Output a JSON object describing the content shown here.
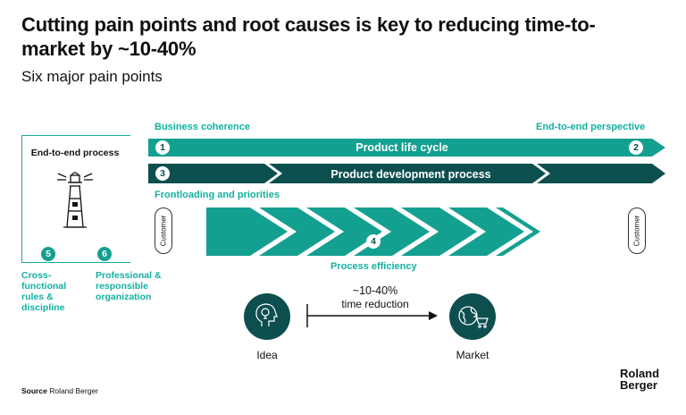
{
  "header": {
    "title": "Cutting pain points and root causes is key to reducing time-to-market by ~10-40%",
    "subtitle": "Six major pain points"
  },
  "labels": {
    "business_coherence": "Business coherence",
    "end_to_end_perspective": "End-to-end perspective",
    "frontloading": "Frontloading and priorities",
    "process_efficiency": "Process efficiency"
  },
  "bars": {
    "life_cycle": "Product life cycle",
    "development": "Product development process"
  },
  "numbers": [
    "1",
    "2",
    "3",
    "4",
    "5",
    "6"
  ],
  "left_box": {
    "title": "End-to-end process",
    "item5": [
      "Cross-",
      "functional",
      "rules &",
      "discipline"
    ],
    "item6": [
      "Professional &",
      "responsible",
      "organization"
    ]
  },
  "customer_label": "Customer",
  "timeline": {
    "reduction_value": "~10-40%",
    "reduction_text": "time reduction",
    "start": "Idea",
    "end": "Market"
  },
  "footer": {
    "source_prefix": "Source",
    "source_name": "Roland Berger",
    "logo_line1": "Roland",
    "logo_line2": "Berger"
  },
  "colors": {
    "teal": "#14a090",
    "dark_teal": "#0d4f4f",
    "accent_text": "#14b0a0"
  }
}
